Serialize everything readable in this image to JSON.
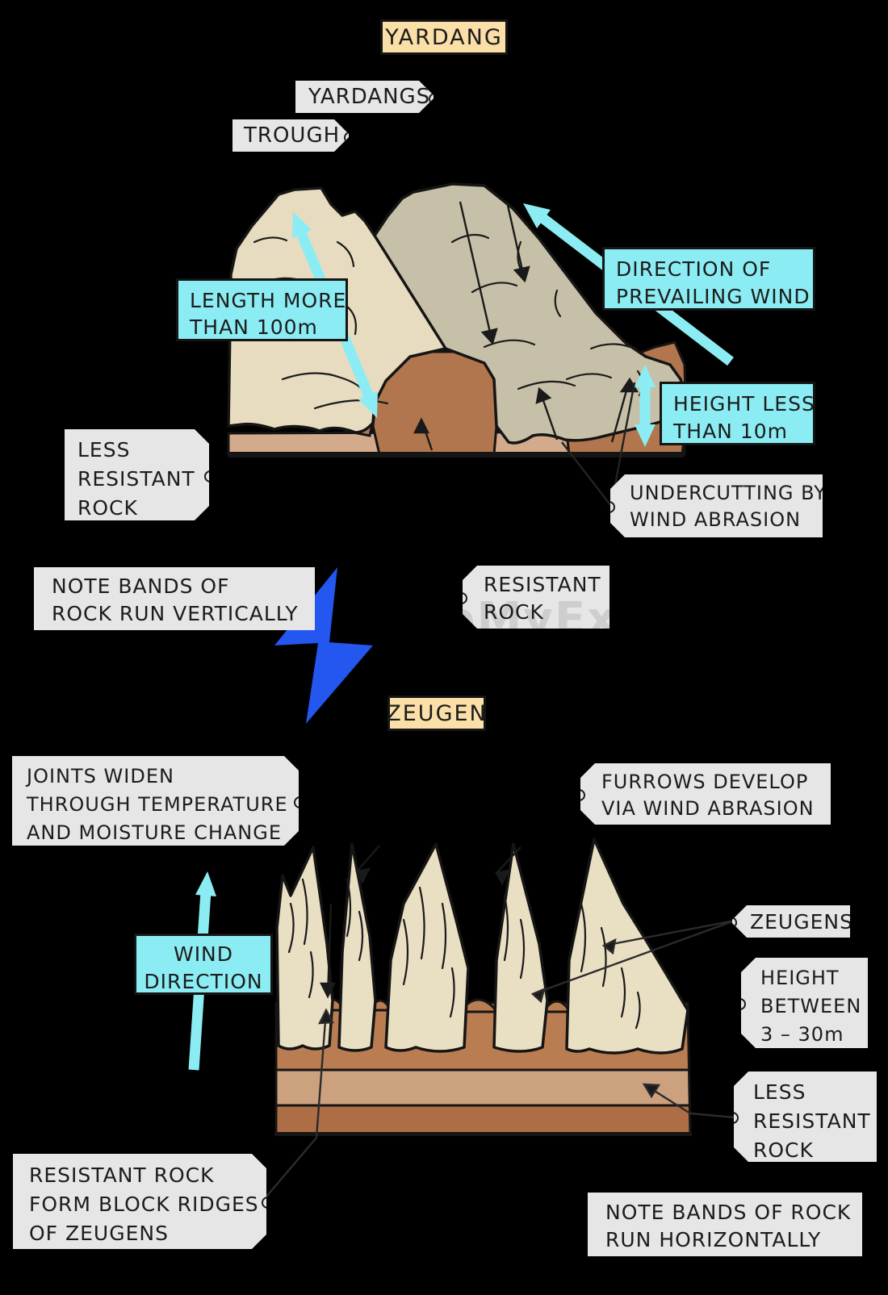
{
  "yardang": {
    "title": "YARDANG",
    "tag_yardangs": "YARDANGS",
    "tag_trough": "TROUGH",
    "callout_length": {
      "l1": "LENGTH MORE",
      "l2": "THAN 100m"
    },
    "callout_direction": {
      "l1": "DIRECTION OF",
      "l2": "PREVAILING WIND"
    },
    "callout_height": {
      "l1": "HEIGHT LESS",
      "l2": "THAN 10m"
    },
    "tag_less_resistant": {
      "l1": "LESS",
      "l2": "RESISTANT",
      "l3": "ROCK"
    },
    "tag_undercutting": {
      "l1": "UNDERCUTTING BY",
      "l2": "WIND ABRASION"
    },
    "note_vertical": {
      "l1": "NOTE BANDS OF",
      "l2": "ROCK RUN VERTICALLY"
    },
    "tag_resistant": {
      "l1": "RESISTANT",
      "l2": "ROCK"
    }
  },
  "zeugen": {
    "title": "ZEUGEN",
    "tag_joints": {
      "l1": "JOINTS WIDEN",
      "l2": "THROUGH TEMPERATURE",
      "l3": "AND MOISTURE CHANGE"
    },
    "tag_furrows": {
      "l1": "FURROWS DEVELOP",
      "l2": "VIA WIND ABRASION"
    },
    "callout_wind": {
      "l1": "WIND",
      "l2": "DIRECTION"
    },
    "tag_zeugens": "ZEUGENS",
    "tag_height": {
      "l1": "HEIGHT",
      "l2": "BETWEEN",
      "l3": "3 – 30m"
    },
    "tag_less_resistant": {
      "l1": "LESS",
      "l2": "RESISTANT",
      "l3": "ROCK"
    },
    "tag_resistant": {
      "l1": "RESISTANT ROCK",
      "l2": "FORM BLOCK RIDGES",
      "l3": "OF ZEUGENS"
    },
    "note_horizontal": {
      "l1": "NOTE BANDS OF ROCK",
      "l2": "RUN HORIZONTALLY"
    }
  },
  "watermark": "SaveMyExams",
  "icons": {
    "tag_connector": "tag-connector-icon",
    "lightning": "lightning-bolt-icon"
  },
  "colors": {
    "background": "#000000",
    "accent_cyan": "#8BEDF3",
    "label_gray": "#E6E6E6",
    "title_tan": "#FBDFA8",
    "bolt_blue": "#2456F0",
    "outline": "#151515",
    "rock_cream": "#E7DCBF",
    "rock_olive": "#C7C0A8",
    "rock_brown": "#B1764E",
    "rock_pink": "#D4AA8C",
    "zeugen_cream": "#E9DFC2",
    "band_mound": "#BA7D52",
    "band_light": "#CBA17E",
    "band_dark": "#AD6E46"
  }
}
